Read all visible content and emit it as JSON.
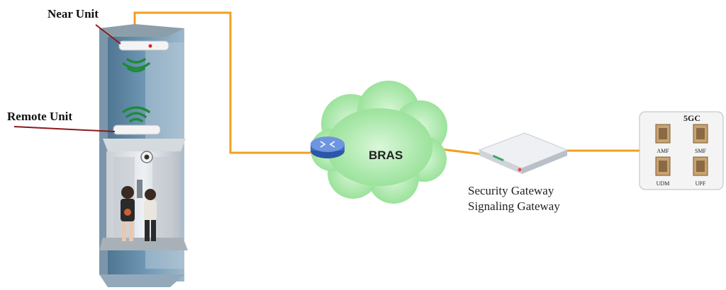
{
  "labels": {
    "near_unit": "Near Unit",
    "remote_unit": "Remote Unit",
    "bras": "BRAS",
    "security_gateway": "Security Gateway",
    "signaling_gateway": "Signaling Gateway"
  },
  "core": {
    "title": "5GC",
    "functions": [
      "AMF",
      "SMF",
      "UDM",
      "UPF"
    ]
  },
  "colors": {
    "link": "#f0a020",
    "cloud": "#a8e6a8",
    "shaft": "#5f86a3",
    "wifi": "#1f8a3a"
  }
}
